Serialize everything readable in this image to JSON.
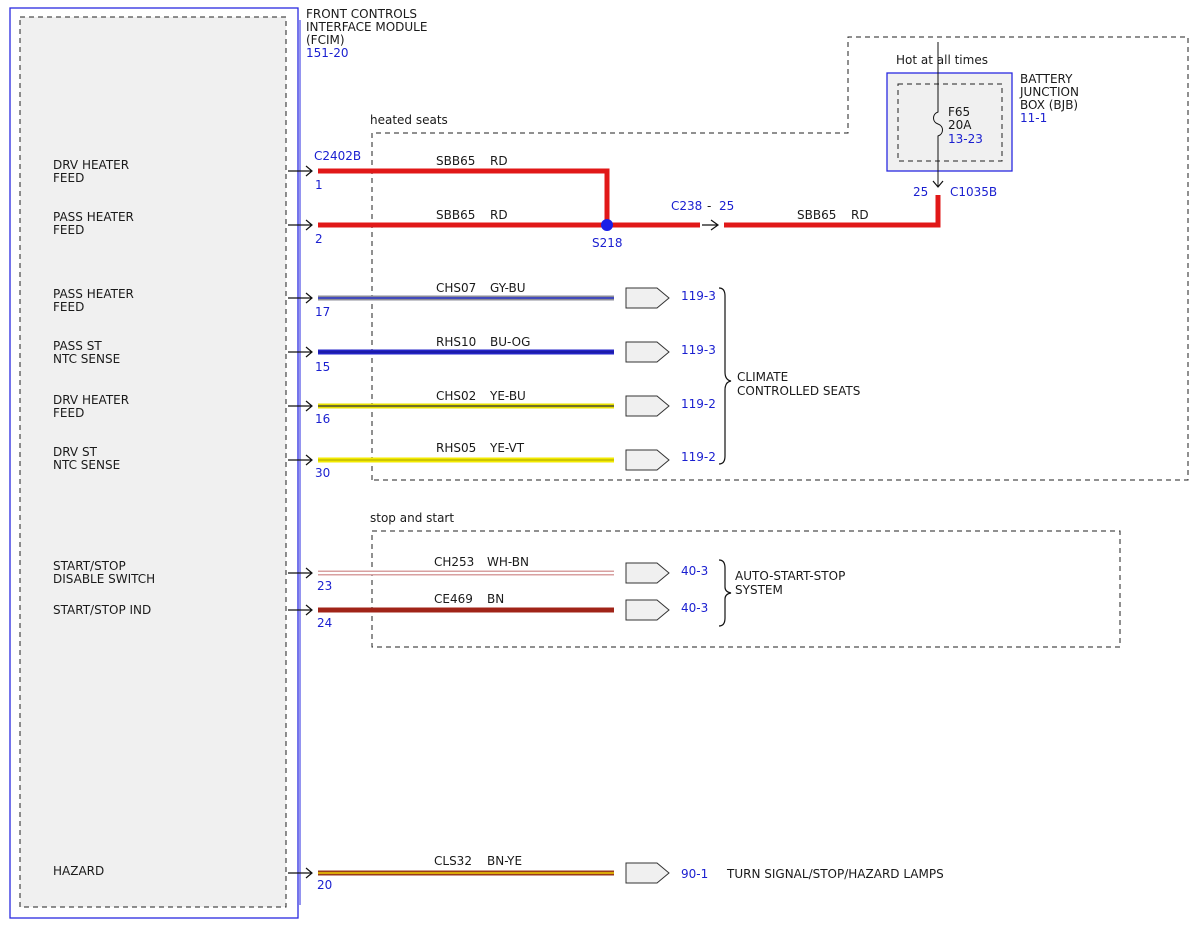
{
  "colors": {
    "module_border": "#2a2ae0",
    "ref_blue": "#1a1fd0",
    "wire_red": "#e11818",
    "splice": "#1a1fe8",
    "GY-BU": {
      "base": "#8c8c98",
      "stripe": "#2a35c8"
    },
    "BU-OG": {
      "base": "#2424c8",
      "stripe": "#ff8c1a"
    },
    "YE-BU": {
      "base": "#e8e000",
      "stripe": "#2a35c8"
    },
    "YE-VT": {
      "base": "#f2ea00",
      "stripe": "#b040c0"
    },
    "WH-BN": {
      "base": "#ffffff",
      "stripe": "#8b3a1a"
    },
    "BN": {
      "base": "#a02418",
      "stripe": "#a02418"
    },
    "BN-YE": {
      "base": "#9a3a1a",
      "stripe": "#f0d000"
    }
  },
  "module": {
    "name_lines": [
      "FRONT CONTROLS",
      "INTERFACE MODULE",
      "(FCIM)"
    ],
    "ref": "151-20"
  },
  "pins": [
    {
      "label_lines": [
        "DRV HEATER",
        "FEED"
      ],
      "pin": "1"
    },
    {
      "label_lines": [
        "PASS HEATER",
        "FEED"
      ],
      "pin": "2"
    },
    {
      "label_lines": [
        "PASS HEATER",
        "FEED"
      ],
      "pin": "17"
    },
    {
      "label_lines": [
        "PASS ST",
        "NTC SENSE"
      ],
      "pin": "15"
    },
    {
      "label_lines": [
        "DRV HEATER",
        "FEED"
      ],
      "pin": "16"
    },
    {
      "label_lines": [
        "DRV ST",
        "NTC SENSE"
      ],
      "pin": "30"
    },
    {
      "label_lines": [
        "START/STOP",
        "DISABLE SWITCH"
      ],
      "pin": "23"
    },
    {
      "label_lines": [
        "START/STOP IND"
      ],
      "pin": "24"
    },
    {
      "label_lines": [
        "HAZARD"
      ],
      "pin": "20"
    }
  ],
  "connector_module": "C2402B",
  "wires": [
    {
      "circuit": "SBB65",
      "color": "RD"
    },
    {
      "circuit": "SBB65",
      "color": "RD"
    },
    {
      "circuit": "CHS07",
      "color": "GY-BU",
      "ref": "119-3"
    },
    {
      "circuit": "RHS10",
      "color": "BU-OG",
      "ref": "119-3"
    },
    {
      "circuit": "CHS02",
      "color": "YE-BU",
      "ref": "119-2"
    },
    {
      "circuit": "RHS05",
      "color": "YE-VT",
      "ref": "119-2"
    },
    {
      "circuit": "CH253",
      "color": "WH-BN",
      "ref": "40-3"
    },
    {
      "circuit": "CE469",
      "color": "BN",
      "ref": "40-3"
    },
    {
      "circuit": "CLS32",
      "color": "BN-YE",
      "ref": "90-1"
    }
  ],
  "splice": "S218",
  "inline_connector": {
    "name": "C238",
    "dash": "-",
    "pin": "25"
  },
  "feed_wire": {
    "circuit": "SBB65",
    "color": "RD"
  },
  "bjb": {
    "hot_label": "Hot at all times",
    "name_lines": [
      "BATTERY",
      "JUNCTION",
      "BOX (BJB)"
    ],
    "ref": "11-1",
    "fuse_name": "F65",
    "fuse_rating": "20A",
    "fuse_ref": "13-23",
    "connector": "C1035B",
    "pin": "25"
  },
  "groups": {
    "heated_seats": "heated seats",
    "stop_start": "stop and start"
  },
  "destinations": {
    "climate_lines": [
      "CLIMATE",
      "CONTROLLED SEATS"
    ],
    "auto_lines": [
      "AUTO-START-STOP",
      "SYSTEM"
    ],
    "turn_signal": "TURN SIGNAL/STOP/HAZARD LAMPS"
  }
}
